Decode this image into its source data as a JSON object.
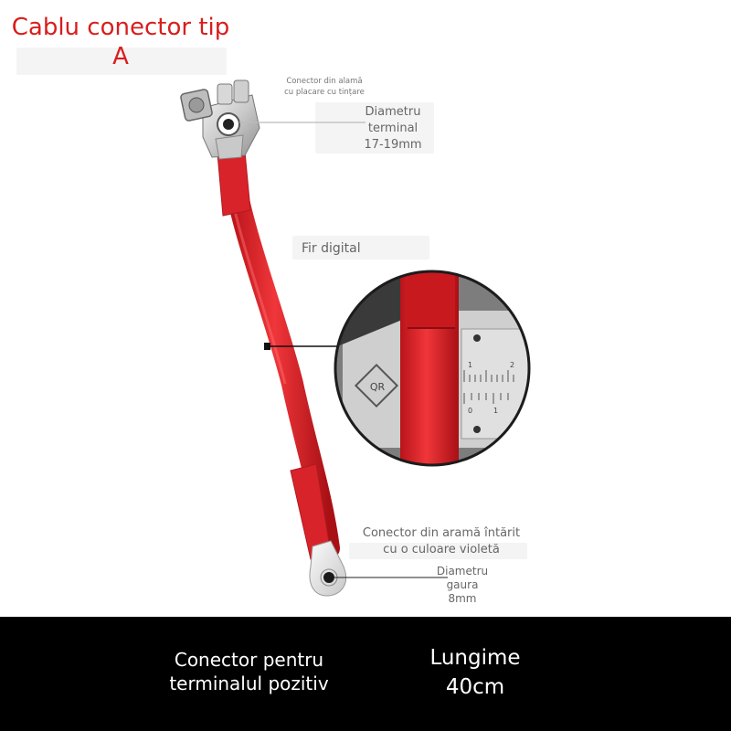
{
  "title": {
    "line1": "Cablu conector tip",
    "line2": "A"
  },
  "annotations": {
    "brass_connector": {
      "line1": "Conector din alamă",
      "line2": "cu placare cu tințare"
    },
    "terminal_diameter": {
      "line1": "Diametru",
      "line2": "terminal",
      "line3": "17-19mm"
    },
    "wire": "Fir digital",
    "copper_connector": {
      "line1": "Conector din aramă întărit",
      "line2": "cu o culoare violetă"
    },
    "hole_diameter": {
      "line1": "Diametru",
      "line2": "gaura",
      "line3": "8mm"
    }
  },
  "magnifier": {
    "logo": "QR",
    "scale_numbers": [
      "1",
      "2",
      "0",
      "1"
    ]
  },
  "footer": {
    "left_line1": "Conector pentru",
    "left_line2": "terminalul pozitiv",
    "right_line1": "Lungime",
    "right_line2": "40cm"
  },
  "colors": {
    "title": "#d81e1e",
    "cable": "#e0262b",
    "footer_bg": "#000000"
  }
}
